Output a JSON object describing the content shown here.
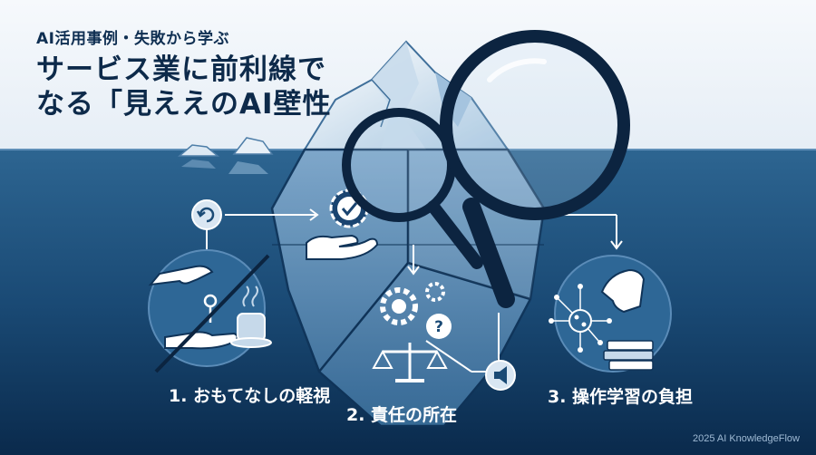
{
  "header": {
    "subtitle": "AI活用事例・失敗から学ぶ",
    "title_line1": "サービス業に前利線で",
    "title_line2": "なる「見ええのAI壁性"
  },
  "sections": [
    {
      "label": "1. おもてなしの軽視",
      "icon": "hospitality-crossed-icon"
    },
    {
      "label": "2. 責任の所在",
      "icon": "gears-question-scale-icon"
    },
    {
      "label": "3. 操作学習の負担",
      "icon": "learning-network-icon"
    }
  ],
  "footer": {
    "copyright": "2025 AI KnowledgeFlow"
  },
  "colors": {
    "sky": "#eef3f8",
    "sea_top": "#295f8c",
    "sea_bottom": "#0a2b4f",
    "ice": "#b9d3e8",
    "lens_frame": "#0c2440",
    "title": "#0d2a4a"
  }
}
